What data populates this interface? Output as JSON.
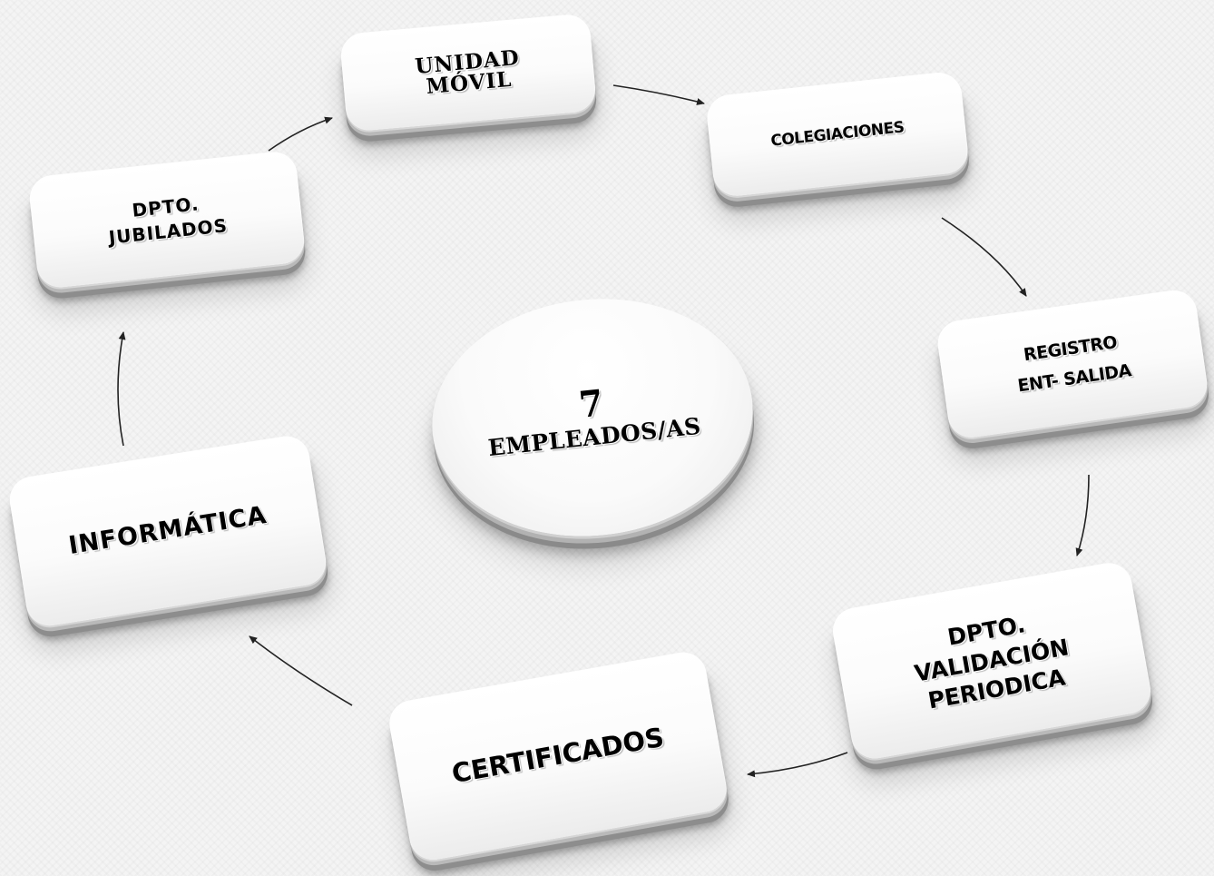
{
  "diagram": {
    "center": {
      "count": "7",
      "label": "EMPLEADOS/AS"
    },
    "nodes": [
      {
        "id": "unidad-movil",
        "label": "UNIDAD\nMÓVIL"
      },
      {
        "id": "colegiaciones",
        "label": "COLEGIACIONES"
      },
      {
        "id": "registro",
        "label": "REGISTRO\nENT- SALIDA"
      },
      {
        "id": "validacion",
        "label": "DPTO.\nVALIDACIÓN\nPERIODICA"
      },
      {
        "id": "certificados",
        "label": "CERTIFICADOS"
      },
      {
        "id": "informatica",
        "label": "INFORMÁTICA"
      },
      {
        "id": "jubilados",
        "label": "DPTO.\nJUBILADOS"
      }
    ],
    "flow": [
      {
        "from": "jubilados",
        "to": "unidad-movil"
      },
      {
        "from": "unidad-movil",
        "to": "colegiaciones"
      },
      {
        "from": "colegiaciones",
        "to": "registro"
      },
      {
        "from": "registro",
        "to": "validacion"
      },
      {
        "from": "validacion",
        "to": "certificados"
      },
      {
        "from": "certificados",
        "to": "informatica"
      },
      {
        "from": "informatica",
        "to": "jubilados"
      }
    ],
    "colors": {
      "background": "#f4f4f4",
      "node_face": "#ffffff",
      "node_side": "#8d8d8d",
      "text": "#000000",
      "arrow": "#222222"
    }
  }
}
